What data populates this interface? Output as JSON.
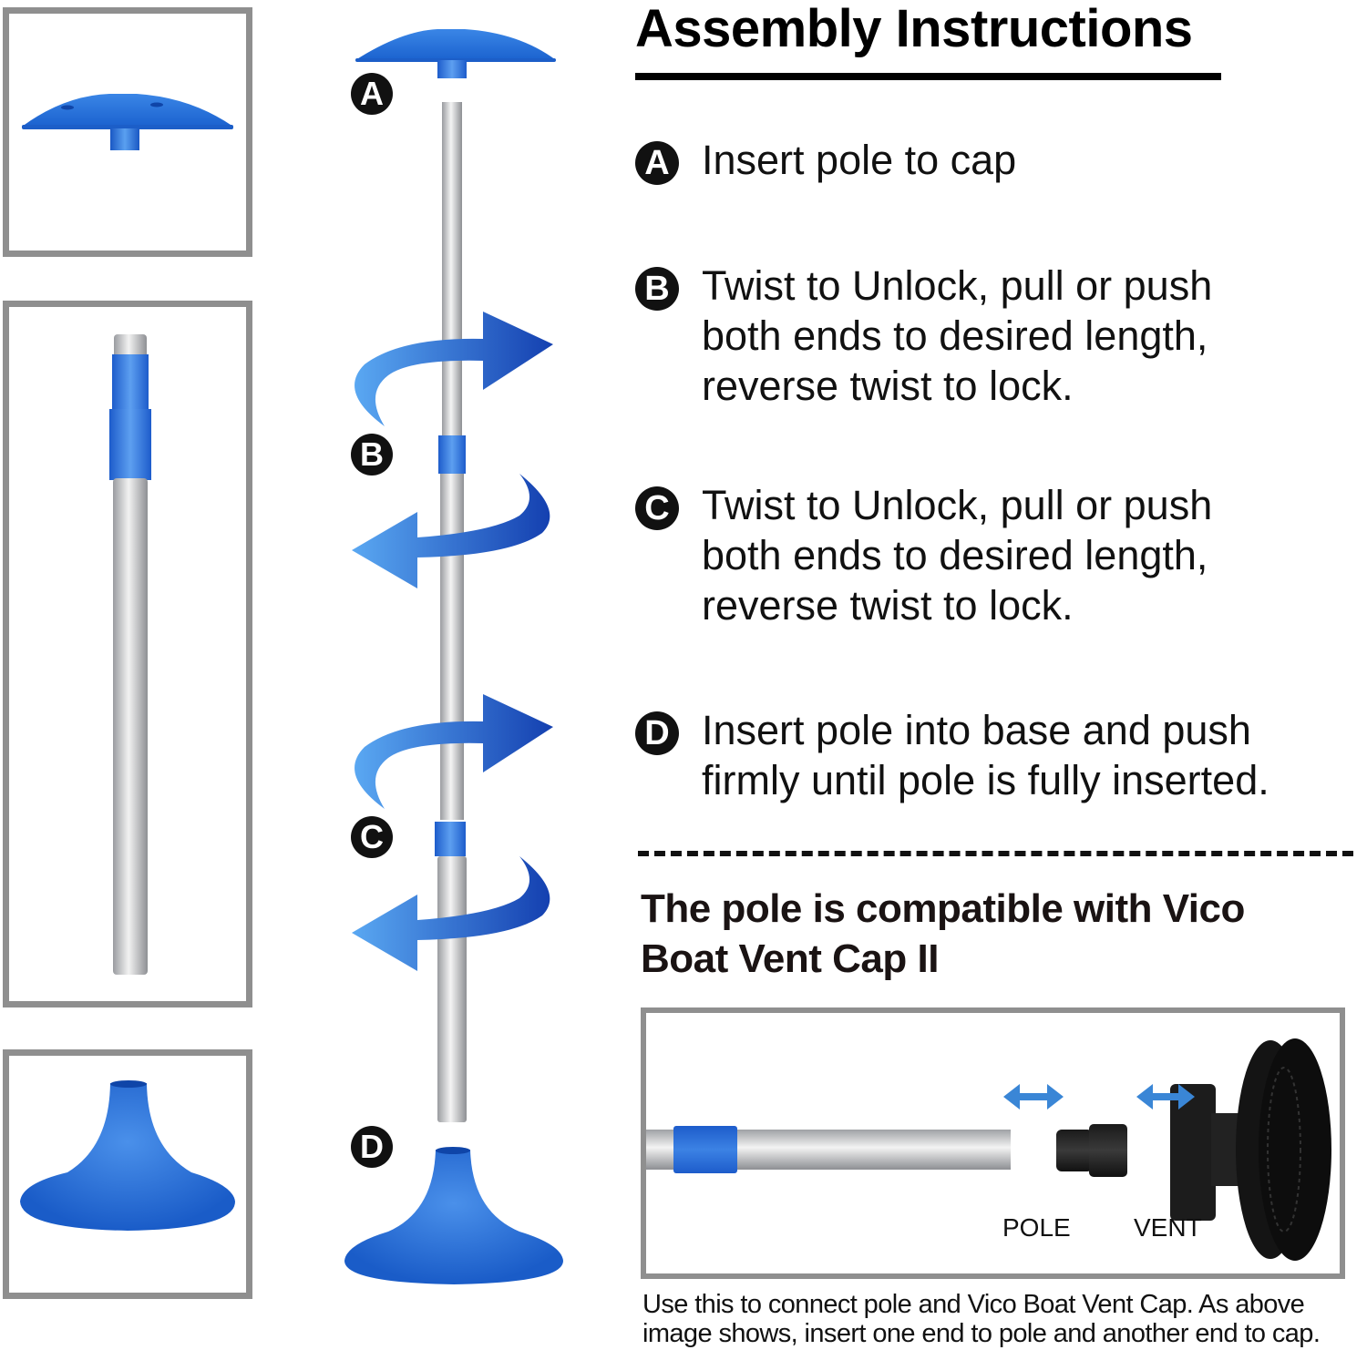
{
  "header": {
    "title": "Assembly Instructions"
  },
  "steps": [
    {
      "letter": "A",
      "lines": [
        "Insert pole to cap"
      ]
    },
    {
      "letter": "B",
      "lines": [
        "Twist to Unlock, pull or push",
        "both ends to desired length,",
        "reverse twist to lock."
      ]
    },
    {
      "letter": "C",
      "lines": [
        "Twist to Unlock, pull or push",
        "both ends to desired length,",
        "reverse twist to lock."
      ]
    },
    {
      "letter": "D",
      "lines": [
        "Insert pole into base and push",
        "firmly until pole is fully inserted."
      ]
    }
  ],
  "diagram": {
    "markers": [
      "A",
      "B",
      "C",
      "D"
    ],
    "parts": {
      "top_panel": "cap",
      "middle_panel": "telescoping pole",
      "bottom_panel": "base"
    }
  },
  "compatibility": {
    "heading_lines": [
      "The pole is compatible with Vico",
      "Boat Vent Cap II"
    ],
    "labels": {
      "pole": "POLE",
      "vent": "VENT"
    },
    "caption_lines": [
      "Use this to connect pole and Vico Boat Vent Cap. As above",
      "image shows, insert one end to pole and another end to cap."
    ]
  },
  "colors": {
    "accent_blue": "#2a6fd6",
    "dark_blue": "#1446b8",
    "light_blue": "#4f9be8",
    "frame_gray": "#8f8f8f",
    "text": "#111111"
  }
}
